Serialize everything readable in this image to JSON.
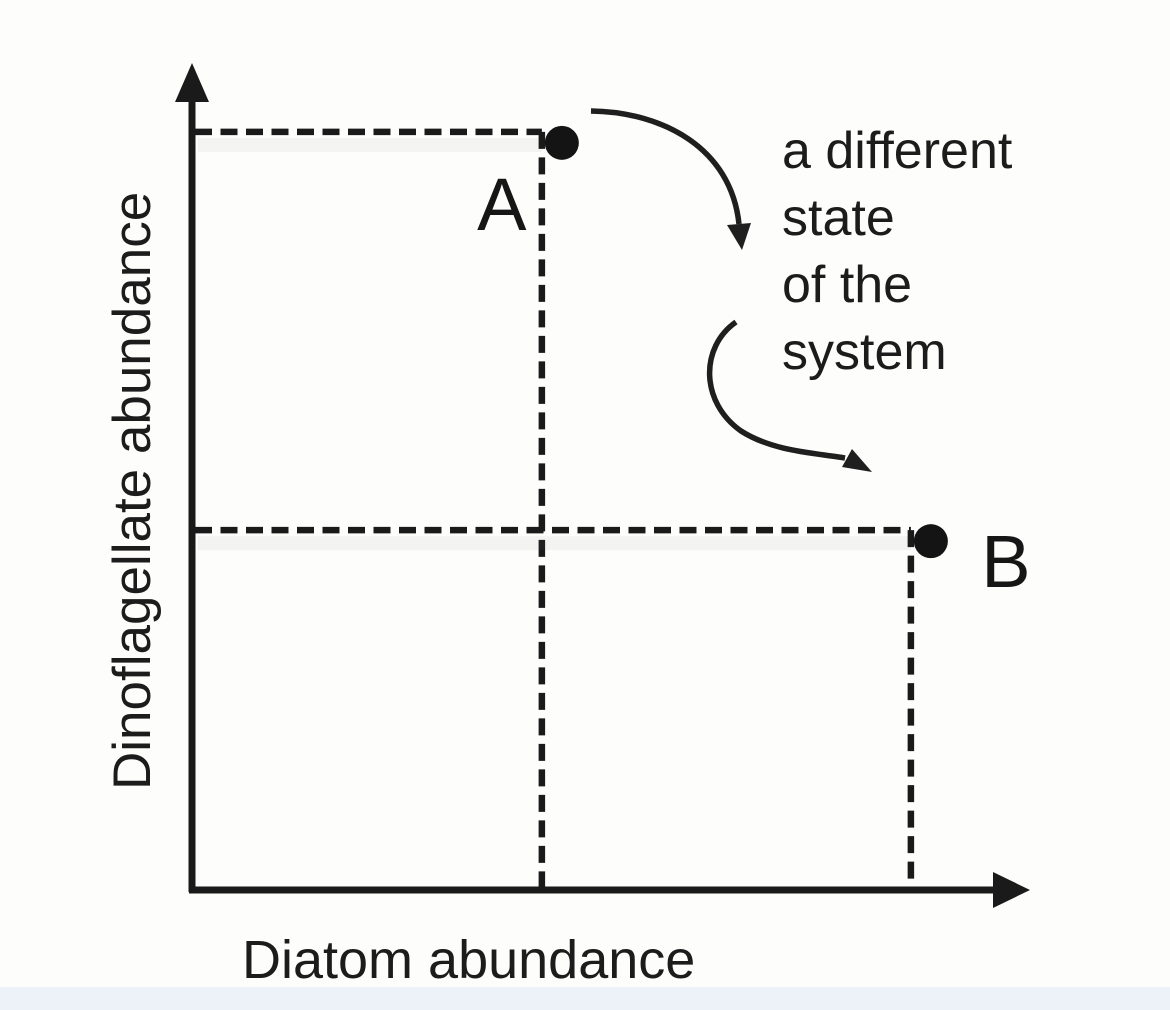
{
  "figure": {
    "y_axis": {
      "label": "Dinoflagellate abundance"
    },
    "x_axis": {
      "label": "Diatom abundance"
    },
    "annotation": {
      "text": "a different state of the system",
      "lines": [
        "a different",
        "state",
        "of the",
        "system"
      ]
    },
    "colors": {
      "ink": "#1a1a1a",
      "background": "#fdfdfc",
      "bottom_strip": "#edf1f8"
    }
  },
  "chart_data": {
    "type": "scatter",
    "title": "",
    "xlabel": "Diatom abundance",
    "ylabel": "Dinoflagellate abundance",
    "axis_numeric": false,
    "x_range": [
      0,
      1
    ],
    "y_range": [
      0,
      1
    ],
    "grid": false,
    "legend": "none",
    "points": [
      {
        "label": "A",
        "x": 0.42,
        "y": 0.92,
        "reading": "low-moderate diatom abundance, high dinoflagellate abundance"
      },
      {
        "label": "B",
        "x": 0.863,
        "y": 0.436,
        "reading": "high diatom abundance, moderate dinoflagellate abundance"
      }
    ],
    "guides": "dashed reference lines from each point to both axes",
    "annotations": [
      {
        "text": "a different state of the system",
        "meaning": "curved arrows showing transition from state A to state B"
      }
    ]
  }
}
